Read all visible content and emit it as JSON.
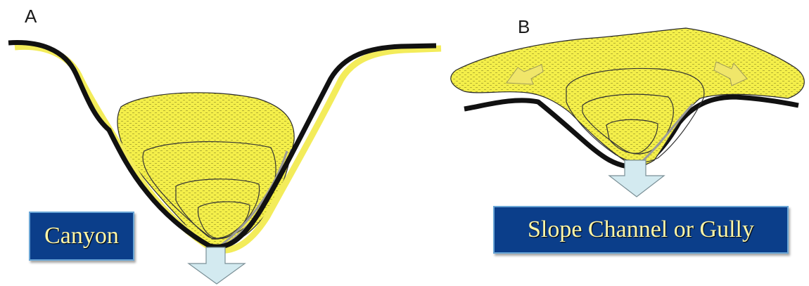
{
  "panels": {
    "a": {
      "letter": "A",
      "label": "Canyon"
    },
    "b": {
      "letter": "B",
      "label": "Slope Channel or Gully"
    }
  },
  "colors": {
    "fill": "#f4f048",
    "seafloor": "#111111",
    "channel": "#9a9a9a",
    "arrow": "#d3eaf0",
    "label_bg": "#0b3e8a",
    "label_text": "#fff7a8"
  }
}
